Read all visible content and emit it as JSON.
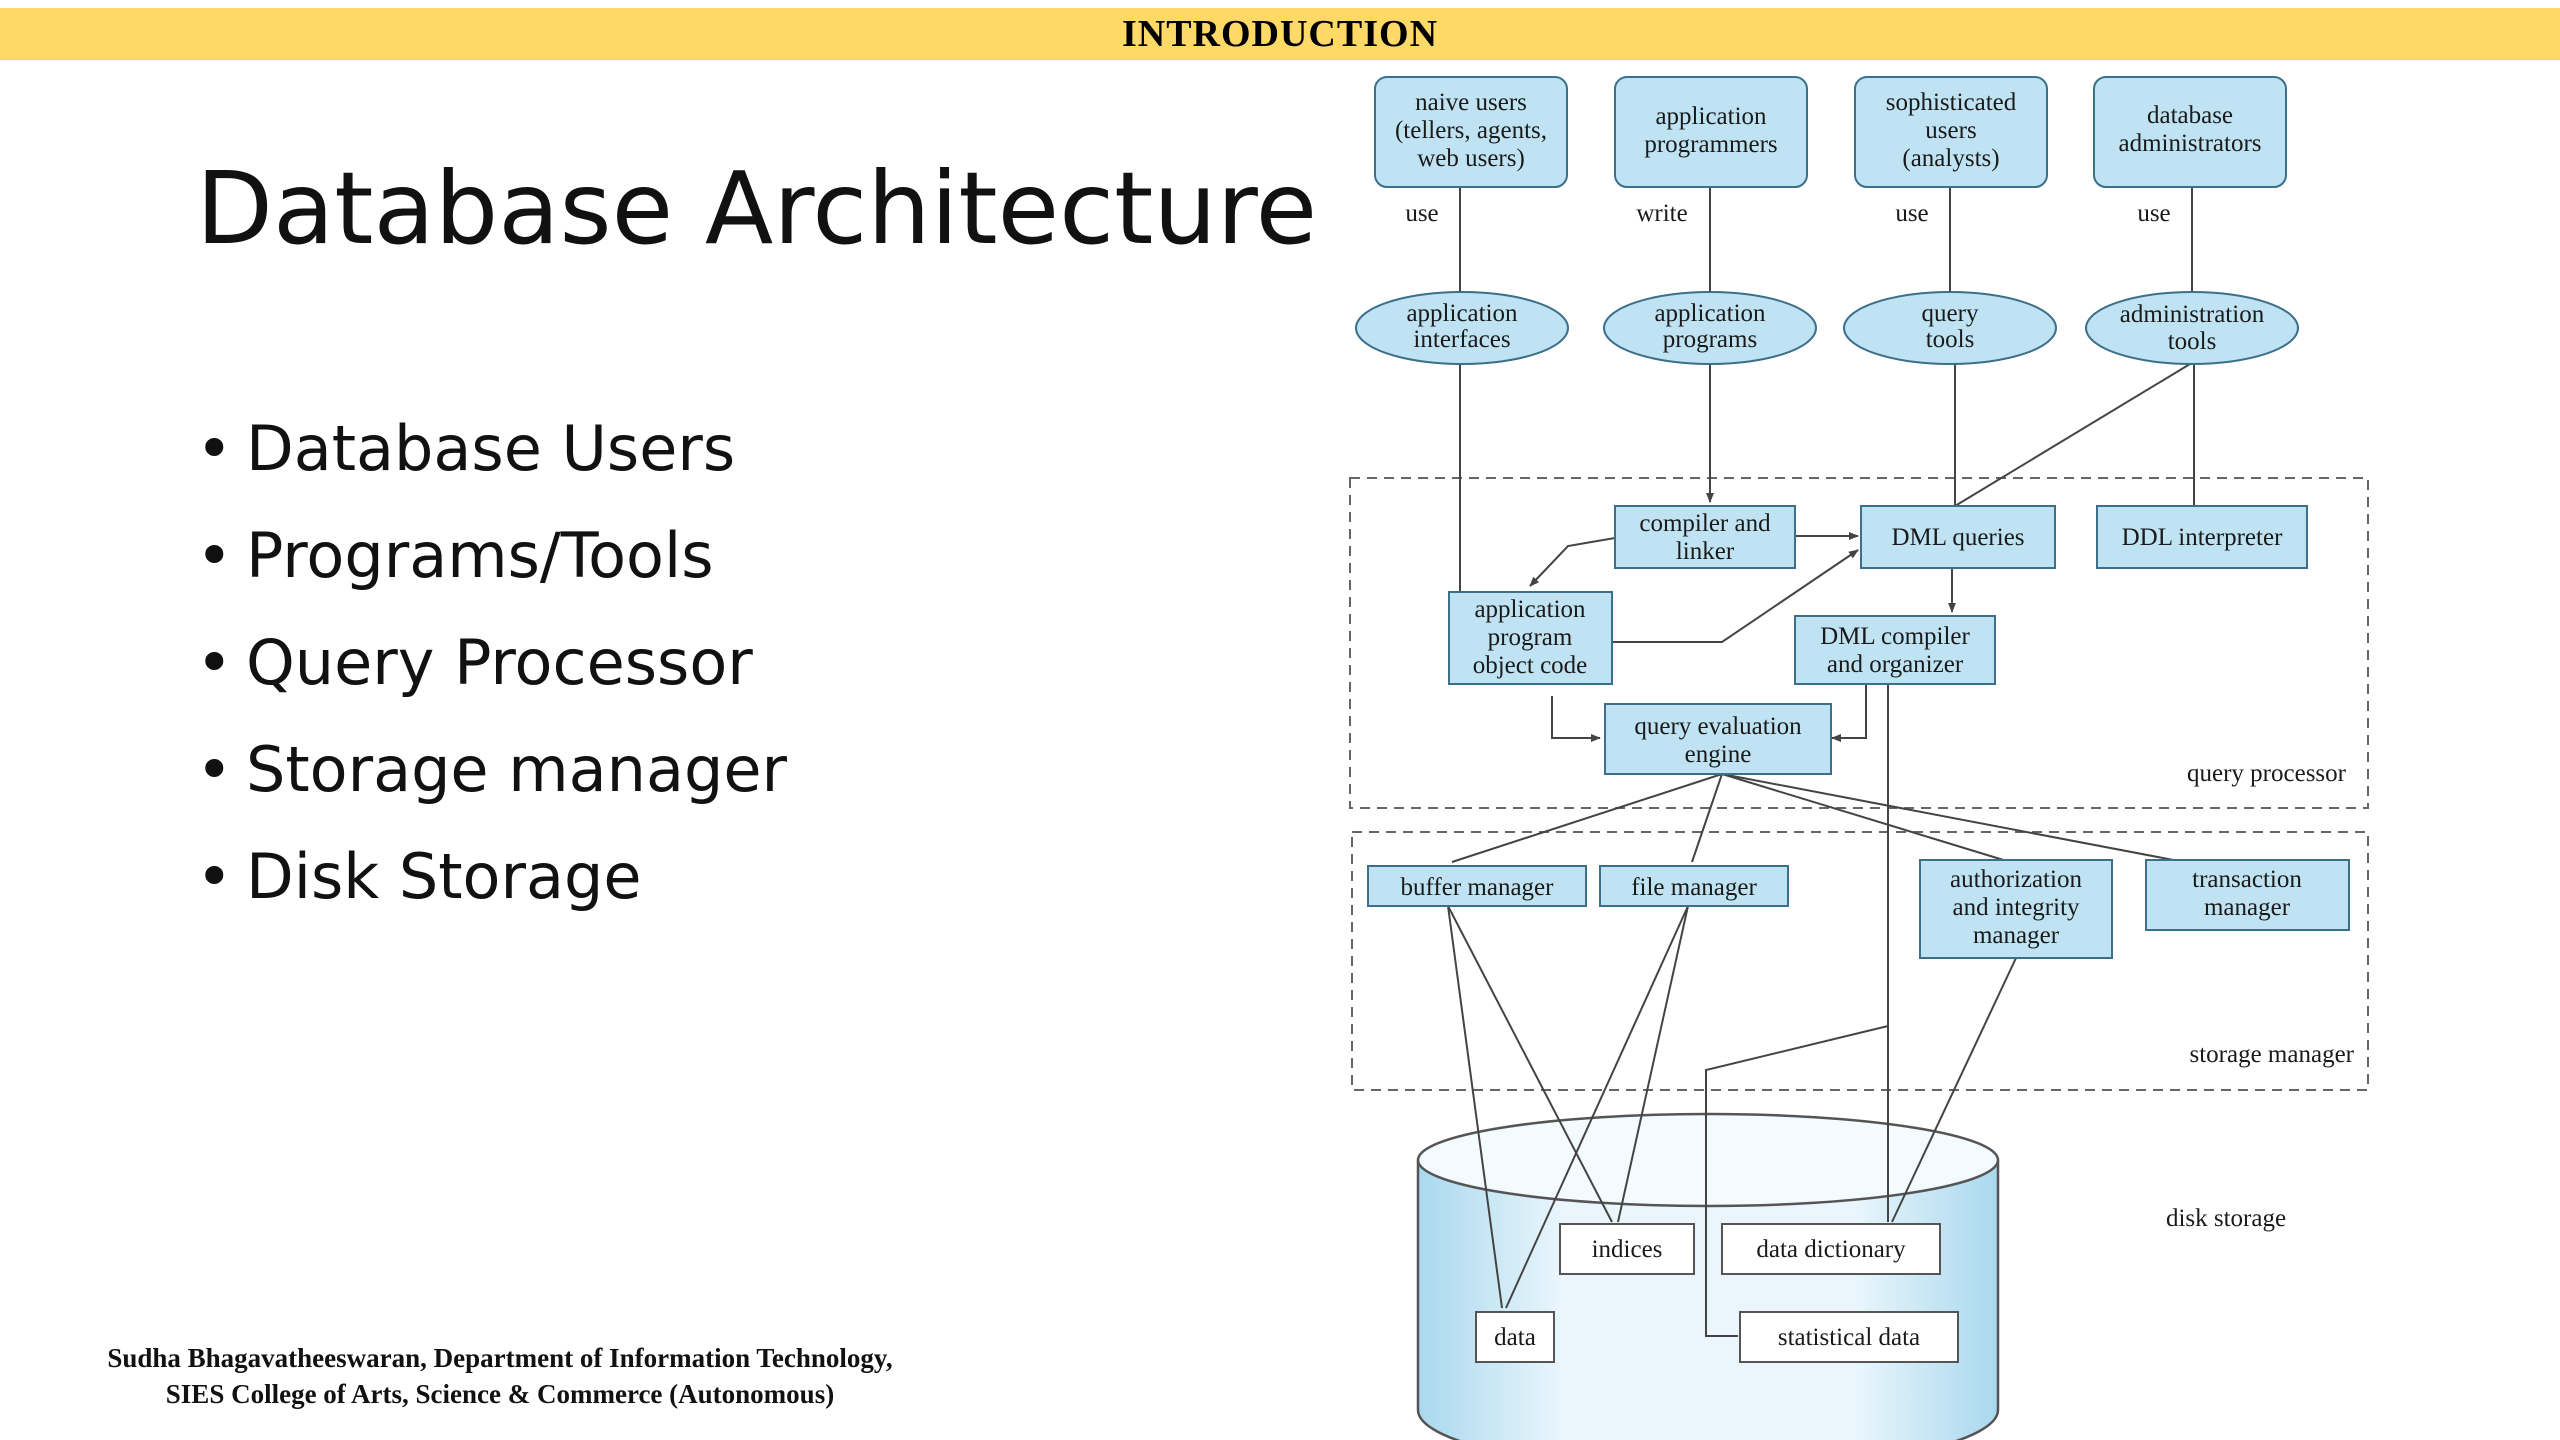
{
  "banner": {
    "title": "INTRODUCTION"
  },
  "slide": {
    "title": "Database Architecture",
    "bullets": [
      "Database Users",
      "Programs/Tools",
      "Query Processor",
      "Storage manager",
      "Disk Storage"
    ]
  },
  "footer": {
    "line1": "Sudha Bhagavatheeswaran, Department of Information Technology,",
    "line2": "SIES College of Arts, Science & Commerce (Autonomous)"
  },
  "diagram": {
    "users": [
      {
        "lines": [
          "naive users",
          "(tellers, agents,",
          "web users)"
        ],
        "verb": "use"
      },
      {
        "lines": [
          "application",
          "programmers"
        ],
        "verb": "write"
      },
      {
        "lines": [
          "sophisticated",
          "users",
          "(analysts)"
        ],
        "verb": "use"
      },
      {
        "lines": [
          "database",
          "administrators"
        ],
        "verb": "use"
      }
    ],
    "tools": [
      [
        "application",
        "interfaces"
      ],
      [
        "application",
        "programs"
      ],
      [
        "query",
        "tools"
      ],
      [
        "administration",
        "tools"
      ]
    ],
    "query_processor": {
      "label": "query processor",
      "compiler": [
        "compiler and",
        "linker"
      ],
      "dml_queries": [
        "DML queries"
      ],
      "ddl_interpreter": [
        "DDL interpreter"
      ],
      "app_object_code": [
        "application",
        "program",
        "object code"
      ],
      "dml_compiler": [
        "DML compiler",
        "and organizer"
      ],
      "query_engine": [
        "query evaluation",
        "engine"
      ]
    },
    "storage_manager": {
      "label": "storage manager",
      "buffer": [
        "buffer manager"
      ],
      "file": [
        "file manager"
      ],
      "authorization": [
        "authorization",
        "and integrity",
        "manager"
      ],
      "transaction": [
        "transaction",
        "manager"
      ]
    },
    "disk_storage": {
      "label": "disk storage",
      "indices": [
        "indices"
      ],
      "data_dictionary": [
        "data dictionary"
      ],
      "data": [
        "data"
      ],
      "statistical": [
        "statistical data"
      ]
    },
    "colors": {
      "box_fill": "#BFE3F3",
      "box_stroke": "#3b6f8a",
      "line": "#444444",
      "cylinder": "#DDF0FA"
    }
  }
}
